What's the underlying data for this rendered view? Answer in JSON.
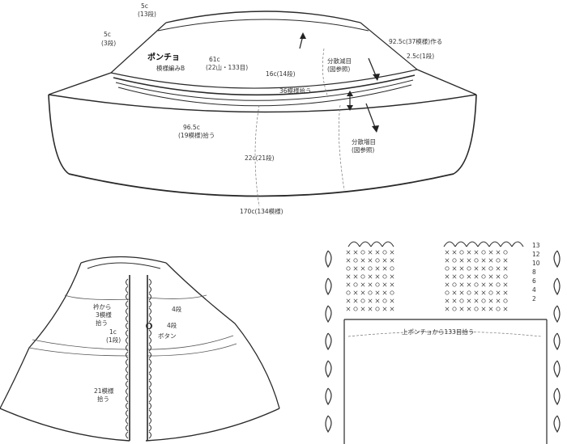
{
  "poncho": {
    "title": "ポンチョ",
    "pattern": "模様編みB",
    "dim_5c_13": "5c",
    "dim_5c_13_rows": "(13段)",
    "dim_5c_3": "5c",
    "dim_5c_3_rows": "(3段)",
    "dim_61c": "61c",
    "dim_61c_detail": "(22山・133目)",
    "dim_16c": "16c(14段)",
    "dim_36": "36模様拾う",
    "dim_92_5": "92.5c(37模様)作る",
    "dim_2_5": "2.5c(1段)",
    "dec_1": "分散減目",
    "dec_1_ref": "(図参照)",
    "dim_96_5": "96.5c",
    "dim_96_5_detail": "(19模様)拾う",
    "dim_22c": "22c(21段)",
    "dec_2": "分散増目",
    "dec_2_ref": "(図参照)",
    "dim_170": "170c(134模様)"
  },
  "front": {
    "pick_1": "衿から",
    "pick_2": "3模様",
    "pick_3": "拾う",
    "dim_1c": "1c",
    "dim_1c_rows": "(1段)",
    "rows_4a": "4段",
    "rows_4b": "4段",
    "button": "ボタン",
    "pick_21": "21模様",
    "pick_21b": "拾う"
  },
  "chart": {
    "label": "上ポンチョから133目拾う",
    "row_labels": [
      "13",
      "12",
      "10",
      "8",
      "6",
      "4",
      "2"
    ],
    "rows_count": 8
  }
}
